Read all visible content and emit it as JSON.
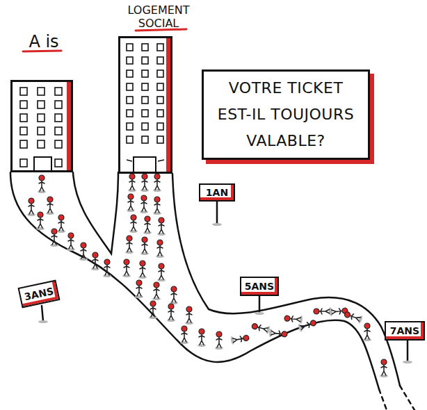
{
  "diagram": {
    "nodes": [
      {
        "text": [
          "A is"
        ]
      },
      {
        "text": [
          "LOGEMENT SOCIAL"
        ]
      },
      {
        "text": [
          "VOTRE TICKET EST-IL TOUJOURS VALABLE?"
        ]
      },
      {
        "text": [
          "1AN"
        ]
      },
      {
        "text": [
          "3ANS"
        ]
      },
      {
        "text": [
          "5ANS"
        ]
      },
      {
        "text": [
          "7ANS"
        ]
      }
    ]
  }
}
